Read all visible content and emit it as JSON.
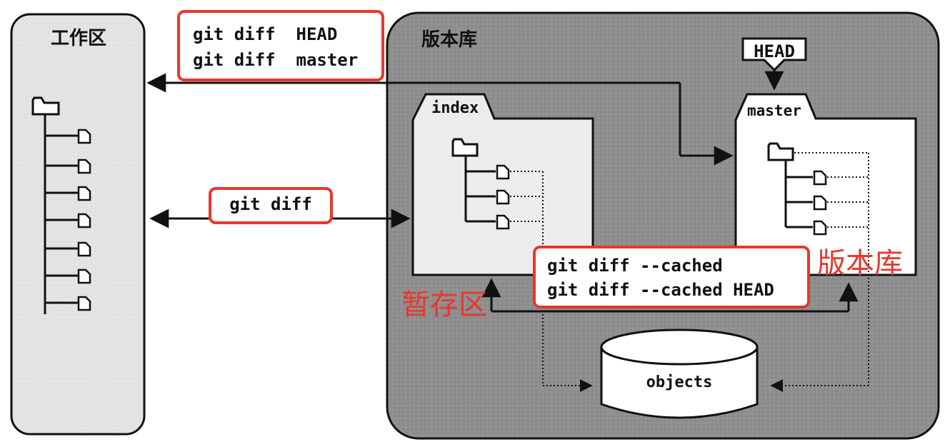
{
  "workspace": {
    "title": "工作区"
  },
  "repository": {
    "title": "版本库"
  },
  "index_folder": {
    "label": "index"
  },
  "master_folder": {
    "label": "master"
  },
  "head_label": "HEAD",
  "objects_label": "objects",
  "commands": {
    "head_box": {
      "line1": "git diff  HEAD",
      "line2": "git diff  master"
    },
    "diff_box": {
      "line1": "git diff"
    },
    "cached_box": {
      "line1": "git diff --cached",
      "line2": "git diff --cached HEAD"
    }
  },
  "annotations": {
    "staging": "暂存区",
    "repository": "版本库"
  },
  "colors": {
    "highlight_red": "#e8372e",
    "repo_gray": "#8c8c8c",
    "workspace_bg": "#e6e6e6",
    "folder_bg": "#ececec",
    "stroke": "#111111"
  }
}
